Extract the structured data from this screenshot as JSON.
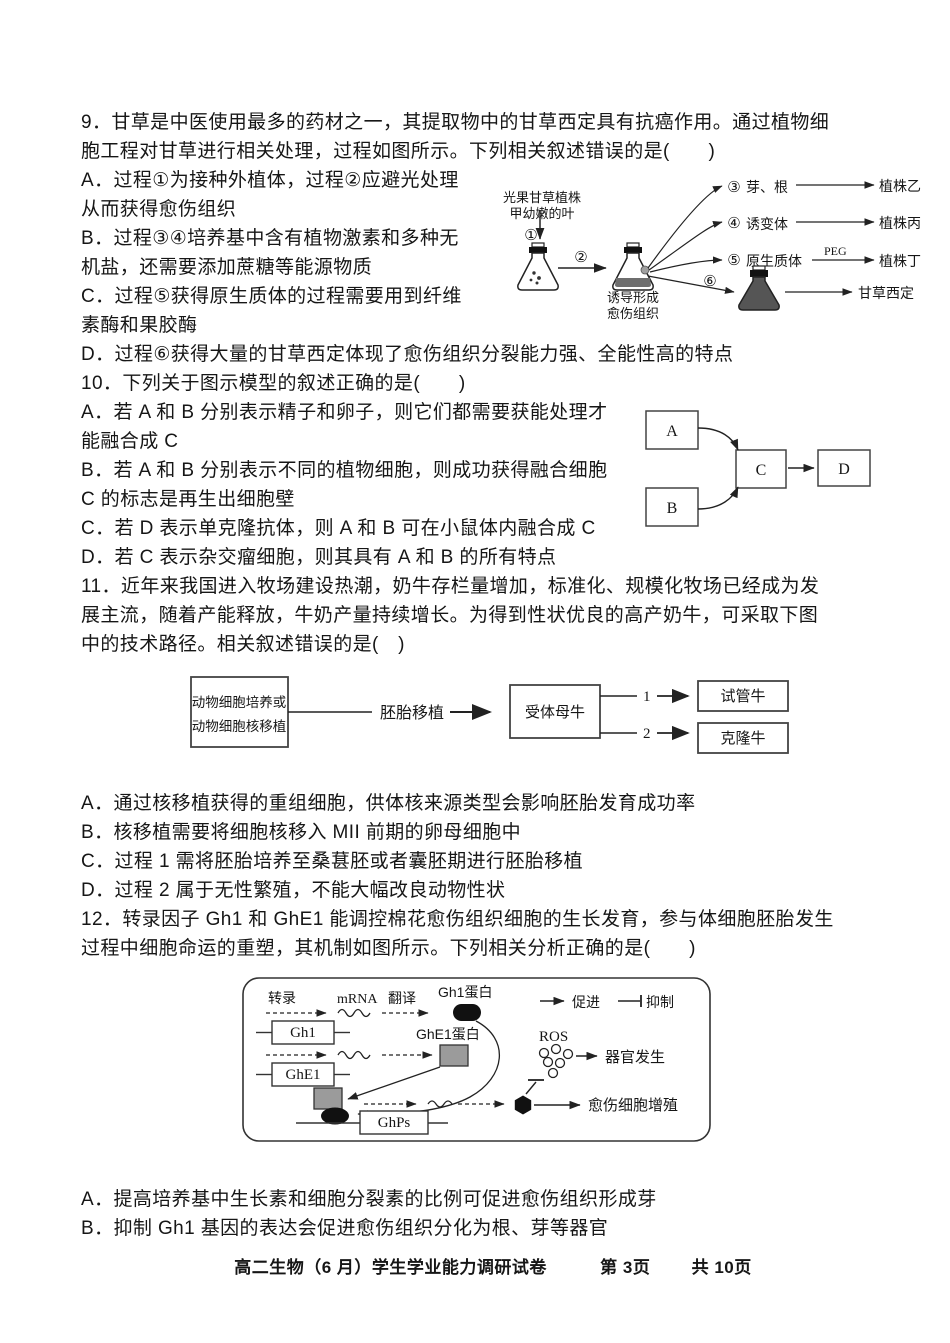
{
  "q9": {
    "stem": [
      "9．甘草是中医使用最多的药材之一，其提取物中的甘草西定具有抗癌作用。通过植物细",
      "胞工程对甘草进行相关处理，过程如图所示。下列相关叙述错误的是(　　)"
    ],
    "optA": [
      "A．过程①为接种外植体，过程②应避光处理",
      "从而获得愈伤组织"
    ],
    "optB": [
      "B．过程③④培养基中含有植物激素和多种无",
      "机盐，还需要添加蔗糖等能源物质"
    ],
    "optC": [
      "C．过程⑤获得原生质体的过程需要用到纤维",
      "素酶和果胶酶"
    ],
    "optD": "D．过程⑥获得大量的甘草西定体现了愈伤组织分裂能力强、全能性高的特点",
    "diagram": {
      "source_line1": "光果甘草植株",
      "source_line2": "甲幼嫩的叶",
      "step1": "①",
      "step2": "②",
      "step3": "③",
      "step4": "④",
      "step5": "⑤",
      "step6": "⑥",
      "callus_line1": "诱导形成",
      "callus_line2": "愈伤组织",
      "branch3_label": "芽、根",
      "branch3_result": "植株乙",
      "branch4_label": "诱变体",
      "branch4_result": "植株丙",
      "branch5_label": "原生质体",
      "branch5_peg": "PEG",
      "branch5_result": "植株丁",
      "branch6_result": "甘草西定"
    }
  },
  "q10": {
    "stem": "10．下列关于图示模型的叙述正确的是(　　)",
    "optA": [
      "A．若 A 和 B 分别表示精子和卵子，则它们都需要获能处理才",
      "能融合成 C"
    ],
    "optB": [
      "B．若 A 和 B 分别表示不同的植物细胞，则成功获得融合细胞",
      "C 的标志是再生出细胞壁"
    ],
    "optC": "C．若 D 表示单克隆抗体，则 A 和 B 可在小鼠体内融合成 C",
    "optD": "D．若 C 表示杂交瘤细胞，则其具有 A 和 B 的所有特点",
    "diagram": {
      "box_a": "A",
      "box_b": "B",
      "box_c": "C",
      "box_d": "D"
    }
  },
  "q11": {
    "stem": [
      "11．近年来我国进入牧场建设热潮，奶牛存栏量增加，标准化、规模化牧场已经成为发",
      "展主流，随着产能释放，牛奶产量持续增长。为得到性状优良的高产奶牛，可采取下图",
      "中的技术路径。相关叙述错误的是(　)"
    ],
    "optA": "A．通过核移植获得的重组细胞，供体核来源类型会影响胚胎发育成功率",
    "optB": "B．核移植需要将细胞核移入 MII 前期的卵母细胞中",
    "optC": "C．过程 1 需将胚胎培养至桑葚胚或者囊胚期进行胚胎移植",
    "optD": "D．过程 2 属于无性繁殖，不能大幅改良动物性状",
    "diagram": {
      "box1_line1": "动物细胞培养或",
      "box1_line2": "动物细胞核移植",
      "transfer": "胚胎移植",
      "recipient": "受体母牛",
      "path1": "1",
      "path2": "2",
      "result1": "试管牛",
      "result2": "克隆牛"
    }
  },
  "q12": {
    "stem": [
      "12．转录因子 Gh1 和 GhE1 能调控棉花愈伤组织细胞的生长发育，参与体细胞胚胎发生",
      "过程中细胞命运的重塑，其机制如图所示。下列相关分析正确的是(　　)"
    ],
    "optA": "A．提高培养基中生长素和细胞分裂素的比例可促进愈伤组织形成芽",
    "optB": "B．抑制 Gh1 基因的表达会促进愈伤组织分化为根、芽等器官",
    "diagram": {
      "transcription": "转录",
      "mrna": "mRNA",
      "translation": "翻译",
      "gh1_protein": "Gh1蛋白",
      "gh1_gene": "Gh1",
      "ghe1_protein": "GhE1蛋白",
      "ghe1_gene": "GhE1",
      "legend_promote": "促进",
      "legend_inhibit": "抑制",
      "ros": "ROS",
      "organogenesis": "器官发生",
      "ghps_gene": "GhPs",
      "callus_proliferation": "愈伤细胞增殖"
    }
  },
  "footer": {
    "title": "高二生物（6 月）学生学业能力调研试卷",
    "page": "第 3页",
    "total": "共 10页"
  }
}
